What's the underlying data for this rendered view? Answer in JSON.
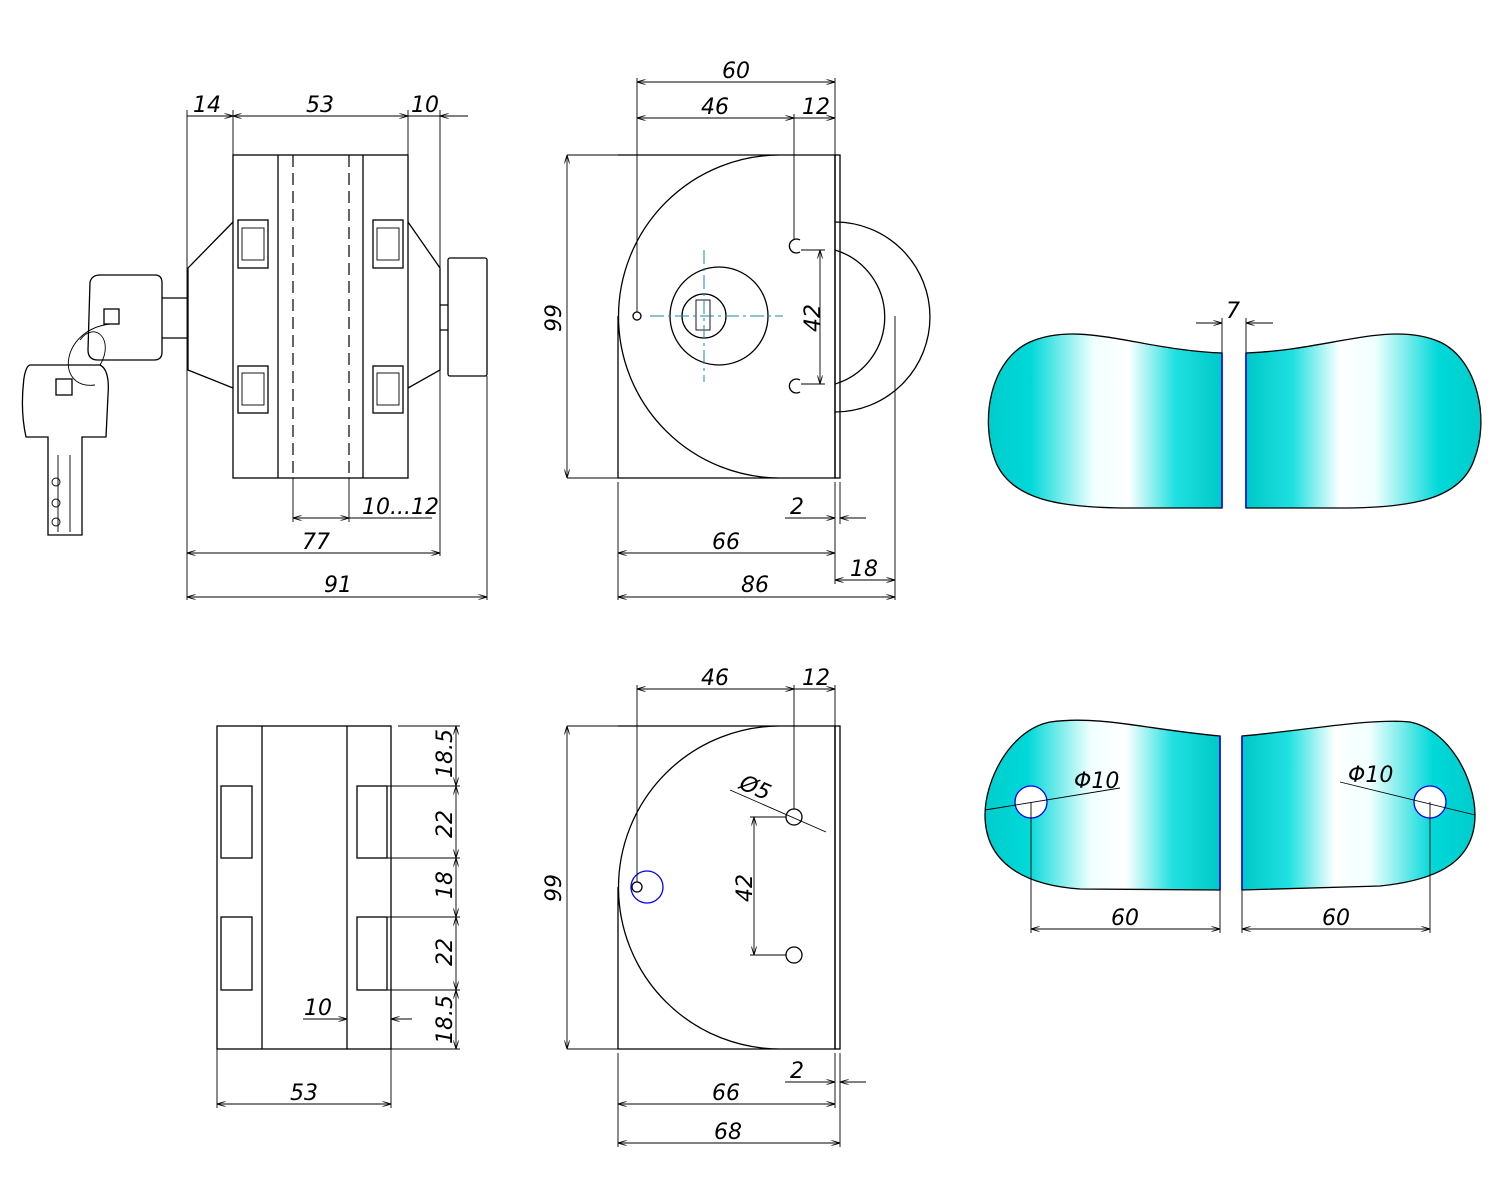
{
  "colors": {
    "accent_teal": "#00d4d4",
    "hole_blue": "#0000ee",
    "centerline": "#1a8aa0"
  },
  "view_side": {
    "dims": {
      "left": "14",
      "body": "53",
      "right": "10",
      "glass": "10...12",
      "inner": "77",
      "total": "91"
    }
  },
  "view_front": {
    "dims": {
      "top_total": "60",
      "to_hole": "46",
      "hole_edge": "12",
      "height": "99",
      "hole_spacing": "42",
      "plate": "2",
      "width": "66",
      "total": "86",
      "knob": "18"
    }
  },
  "view_glass_top": {
    "dims": {
      "gap": "7"
    }
  },
  "view_bottom_side": {
    "dims": {
      "s1": "18.5",
      "s2": "22",
      "s3": "18",
      "s4": "22",
      "s5": "18.5",
      "glass": "10",
      "width": "53"
    }
  },
  "view_bottom_front": {
    "dims": {
      "to_hole": "46",
      "hole_edge": "12",
      "hole_dia": "Ø5",
      "height": "99",
      "hole_spacing": "42",
      "plate": "2",
      "width": "66",
      "total": "68"
    }
  },
  "view_glass_bottom": {
    "dims": {
      "hole_left": "Φ10",
      "hole_right": "Φ10",
      "dist_left": "60",
      "dist_right": "60"
    }
  }
}
